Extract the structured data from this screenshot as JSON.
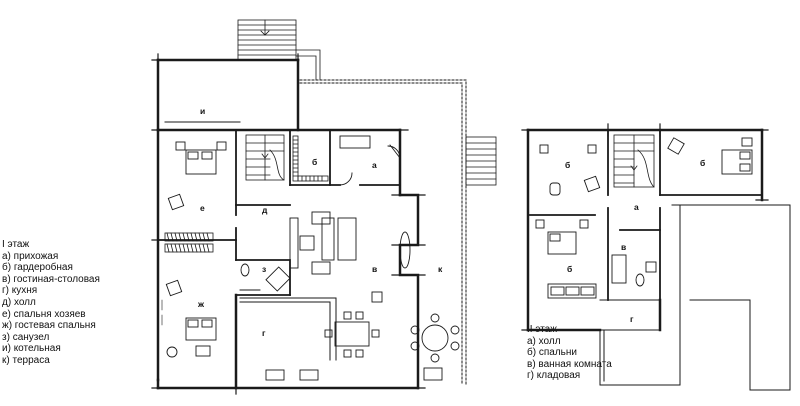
{
  "floor1": {
    "title": "I этаж",
    "items": [
      "а) прихожая",
      "б) гардеробная",
      "в) гостиная-столовая",
      "г) кухня",
      "д) холл",
      "е) спальня хозяев",
      "ж) гостевая спальня",
      "з) санузел",
      "и) котельная",
      "к) терраса"
    ],
    "rooms": {
      "a": "а",
      "b": "б",
      "v": "в",
      "g": "г",
      "d": "д",
      "e": "е",
      "zh": "ж",
      "z": "з",
      "i": "и",
      "k": "к"
    }
  },
  "floor2": {
    "title": "II этаж",
    "items": [
      "а) холл",
      "б) спальни",
      "в) ванная комната",
      "г) кладовая"
    ],
    "rooms": {
      "a": "а",
      "b1": "б",
      "b2": "б",
      "b3": "б",
      "v": "в",
      "g": "г"
    }
  }
}
